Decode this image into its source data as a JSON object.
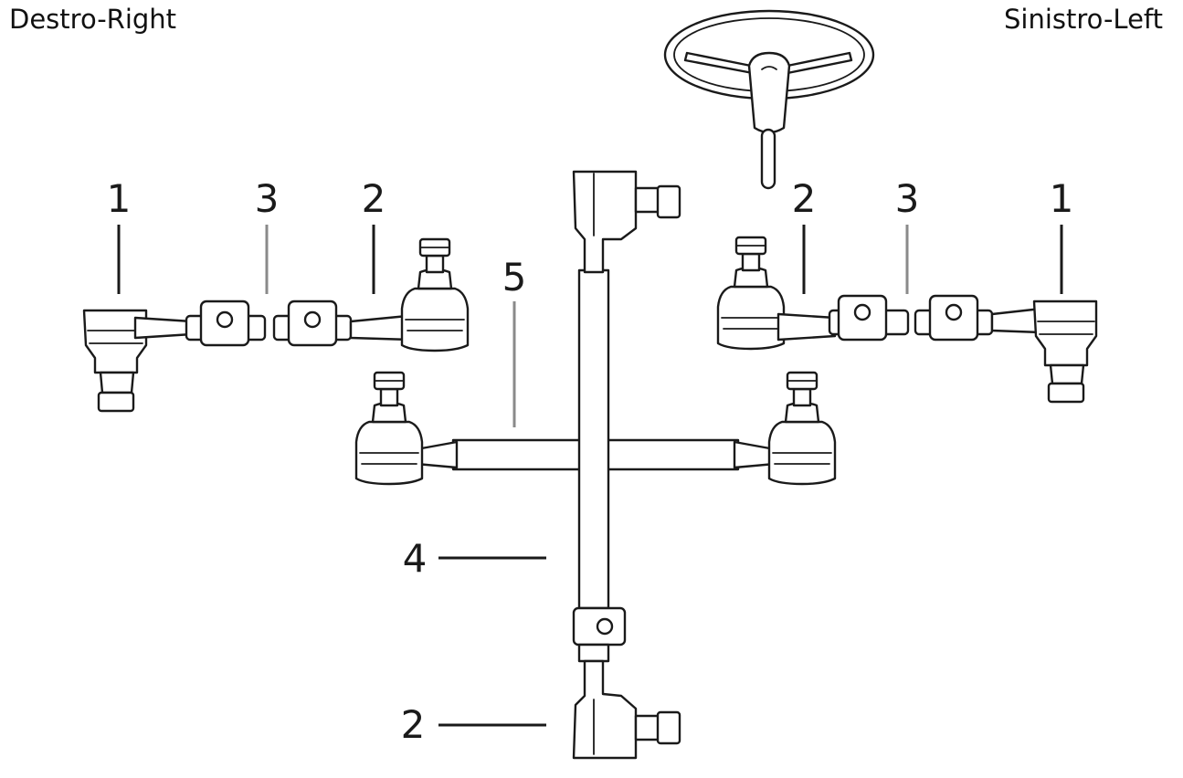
{
  "labels": {
    "right_side": "Destro-Right",
    "left_side": "Sinistro-Left"
  },
  "callouts": {
    "r_1": "1",
    "r_3": "3",
    "r_2": "2",
    "center_5": "5",
    "l_2": "2",
    "l_3": "3",
    "l_1": "1",
    "center_4": "4",
    "bottom_2": "2"
  },
  "colors": {
    "ink": "#1a1a1a",
    "grey_leader": "#8a8a8a",
    "background": "#ffffff"
  }
}
